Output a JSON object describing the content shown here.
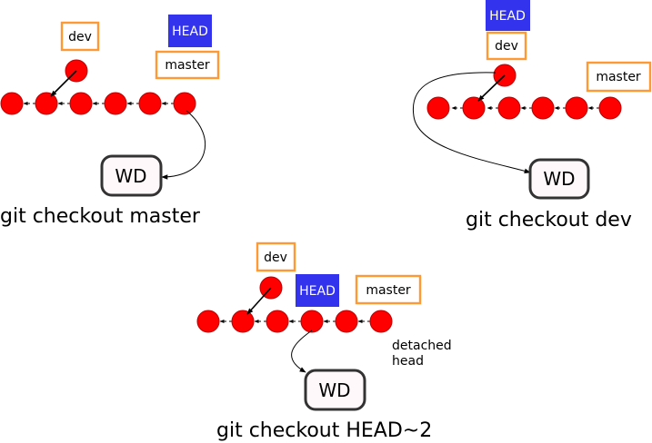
{
  "colors": {
    "commit_fill": "#ff0000",
    "branch_border": "#ff9933",
    "head_fill": "#3333ee",
    "wd_border": "#333333"
  },
  "panels": [
    {
      "caption": "git checkout master",
      "branch_labels": {
        "dev": "dev",
        "master": "master"
      },
      "head_label": "HEAD",
      "wd_label": "WD"
    },
    {
      "caption": "git checkout dev",
      "branch_labels": {
        "dev": "dev",
        "master": "master"
      },
      "head_label": "HEAD",
      "wd_label": "WD"
    },
    {
      "caption": "git checkout HEAD~2",
      "branch_labels": {
        "dev": "dev",
        "master": "master"
      },
      "head_label": "HEAD",
      "wd_label": "WD",
      "note_lines": [
        "detached",
        "head"
      ]
    }
  ]
}
